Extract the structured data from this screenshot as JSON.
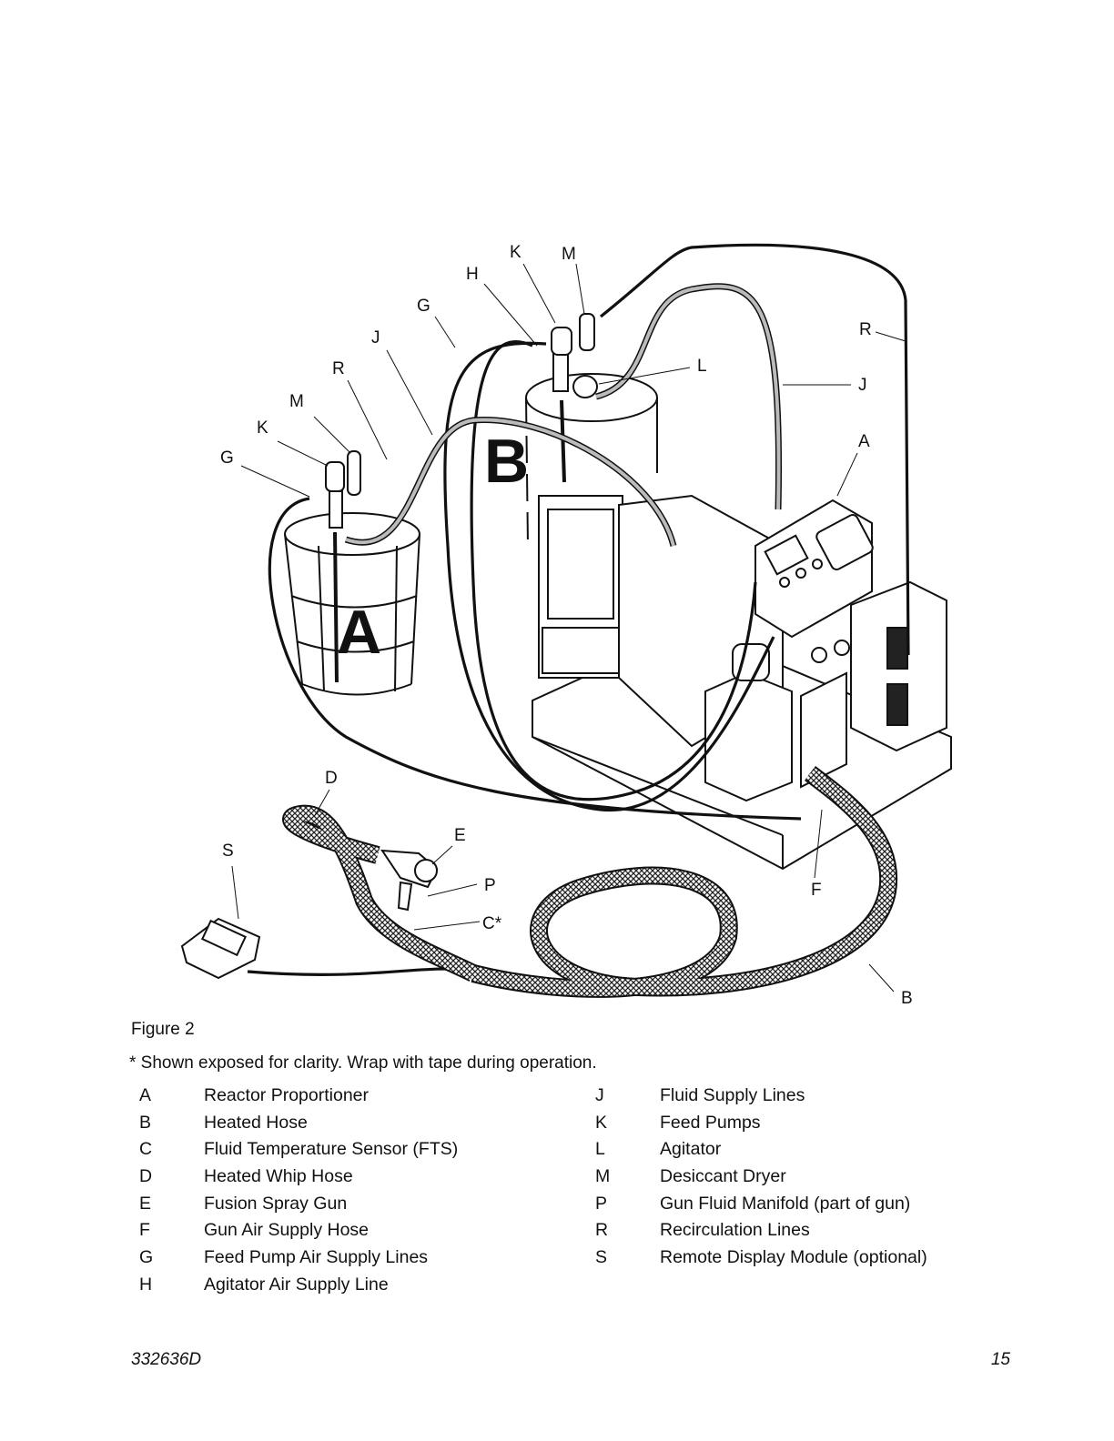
{
  "figure": {
    "callouts": {
      "K_top": "K",
      "M_top": "M",
      "H": "H",
      "G_top": "G",
      "J_left": "J",
      "R_left": "R",
      "M_left": "M",
      "K_left": "K",
      "G_left": "G",
      "R_right": "R",
      "L": "L",
      "J_right": "J",
      "A_unit": "A",
      "D": "D",
      "E": "E",
      "S": "S",
      "P": "P",
      "C": "C*",
      "F": "F",
      "B_hose": "B"
    },
    "drum_a": "A",
    "drum_b": "B"
  },
  "caption": "Figure 2",
  "note": "* Shown exposed for clarity. Wrap with tape during operation.",
  "legend_left": [
    {
      "key": "A",
      "desc": "Reactor Proportioner"
    },
    {
      "key": "B",
      "desc": "Heated Hose"
    },
    {
      "key": "C",
      "desc": "Fluid Temperature Sensor (FTS)"
    },
    {
      "key": "D",
      "desc": "Heated Whip Hose"
    },
    {
      "key": "E",
      "desc": "Fusion Spray Gun"
    },
    {
      "key": "F",
      "desc": "Gun Air Supply Hose"
    },
    {
      "key": "G",
      "desc": "Feed Pump Air Supply Lines"
    },
    {
      "key": "H",
      "desc": "Agitator Air Supply Line"
    }
  ],
  "legend_right": [
    {
      "key": "J",
      "desc": "Fluid Supply Lines"
    },
    {
      "key": "K",
      "desc": "Feed Pumps"
    },
    {
      "key": "L",
      "desc": "Agitator"
    },
    {
      "key": "M",
      "desc": "Desiccant Dryer"
    },
    {
      "key": "P",
      "desc": "Gun Fluid Manifold (part of gun)"
    },
    {
      "key": "R",
      "desc": "Recirculation Lines"
    },
    {
      "key": "S",
      "desc": "Remote Display Module (optional)"
    }
  ],
  "footer": {
    "doc_number": "332636D",
    "page_number": "15"
  }
}
